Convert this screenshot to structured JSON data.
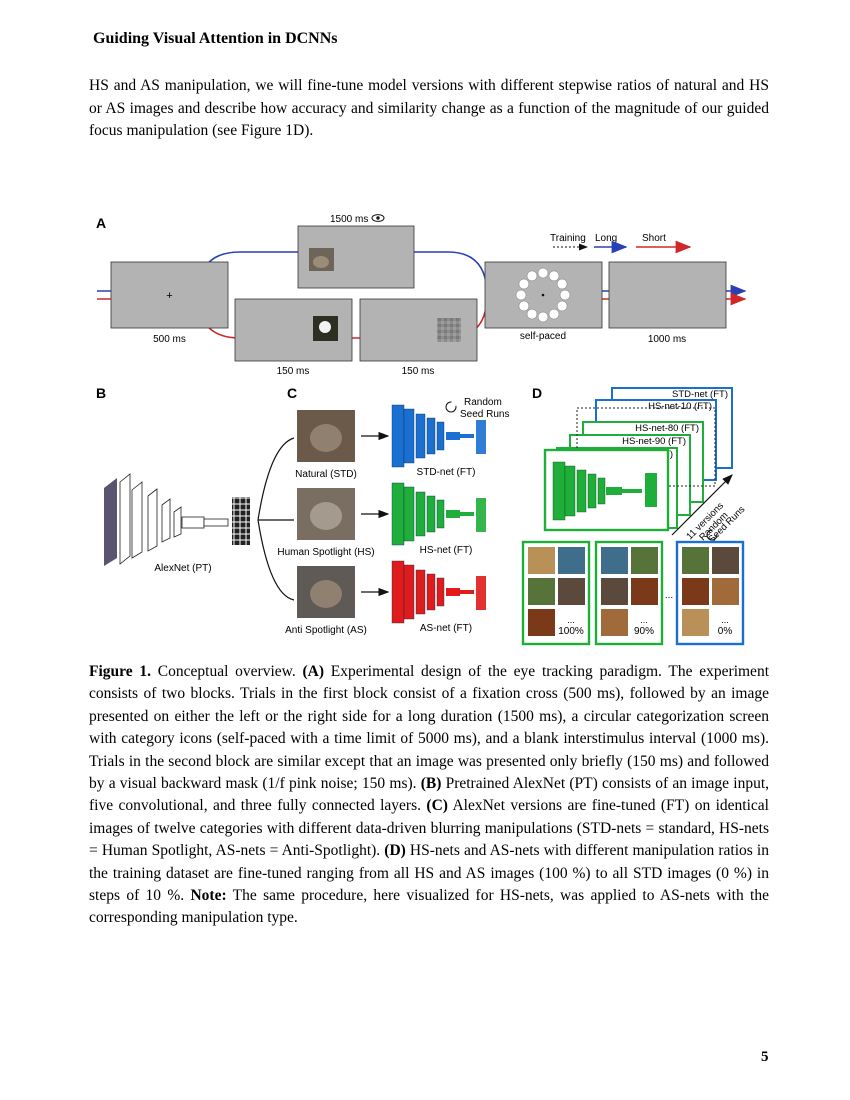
{
  "header": {
    "running_title": "Guiding Visual Attention in DCNNs"
  },
  "intro_text": "HS and AS manipulation, we will fine-tune model versions with different stepwise ratios of natural and HS or AS images and describe how accuracy and similarity change as a function of the magnitude of our guided focus manipulation (see Figure 1D).",
  "figure": {
    "panel_a": {
      "label": "A",
      "duration_1500": "1500 ms",
      "duration_500": "500 ms",
      "duration_150_image": "150 ms",
      "duration_150_mask": "150 ms",
      "self_paced": "self-paced",
      "duration_1000": "1000 ms",
      "fixation": "+",
      "legend_title": "Training",
      "legend_long": "Long",
      "legend_short": "Short",
      "colors": {
        "long": "#2b3fb5",
        "short": "#d0282a",
        "screen": "#b3b3b3"
      }
    },
    "panel_b": {
      "label": "B",
      "model_label": "AlexNet (PT)"
    },
    "panel_c": {
      "label": "C",
      "random_line1": "Random",
      "random_line2": "Seed Runs",
      "rows": [
        {
          "image_label": "Natural (STD)",
          "net_label": "STD-net (FT)",
          "color": "#1a6fd0"
        },
        {
          "image_label": "Human Spotlight (HS)",
          "net_label": "HS-net (FT)",
          "color": "#1fae3a"
        },
        {
          "image_label": "Anti Spotlight (AS)",
          "net_label": "AS-net (FT)",
          "color": "#e01b1b"
        }
      ]
    },
    "panel_d": {
      "label": "D",
      "stack_labels": [
        "STD-net (FT)",
        "HS-net-10 (FT)",
        "HS-net-80 (FT)",
        "HS-net-90 (FT)",
        "HS-net (FT)"
      ],
      "rotated_line1": "11 versions",
      "rotated_line2": "Random",
      "rotated_line3": "Seed Runs",
      "ellipsis": "...",
      "groups": [
        {
          "percent": "100%"
        },
        {
          "percent": "90%"
        },
        {
          "percent": "0%"
        }
      ]
    }
  },
  "caption": {
    "lead": "Figure 1.",
    "s0": " Conceptual overview. ",
    "a_tag": "(A)",
    "a_text": " Experimental design of the eye tracking paradigm. The experiment consists of two blocks. Trials in the first block consist of a fixation cross (500 ms), followed by an image presented on either the left or the right side for a long duration (1500 ms), a circular categorization screen with category icons (self-paced with a time limit of 5000 ms), and a blank interstimulus interval (1000 ms). Trials in the second block are similar except that an image was presented only briefly (150 ms) and followed by a visual backward mask (1/f pink noise; 150 ms). ",
    "b_tag": "(B)",
    "b_text": " Pretrained AlexNet (PT) consists of an image input, five convolutional, and three fully connected layers. ",
    "c_tag": "(C)",
    "c_text": " AlexNet versions are fine-tuned (FT) on identical images of twelve categories with different data-driven blurring manipulations (STD-nets = standard, HS-nets = Human Spotlight, AS-nets = Anti-Spotlight). ",
    "d_tag": "(D)",
    "d_text": " HS-nets and AS-nets with different manipulation ratios in the training dataset are fine-tuned ranging from all HS and AS images (100 %) to all STD images (0 %) in steps of 10 %. ",
    "note_tag": "Note:",
    "note_text": " The same procedure, here visualized for HS-nets, was applied to AS-nets with the corresponding manipulation type."
  },
  "page_number": "5"
}
